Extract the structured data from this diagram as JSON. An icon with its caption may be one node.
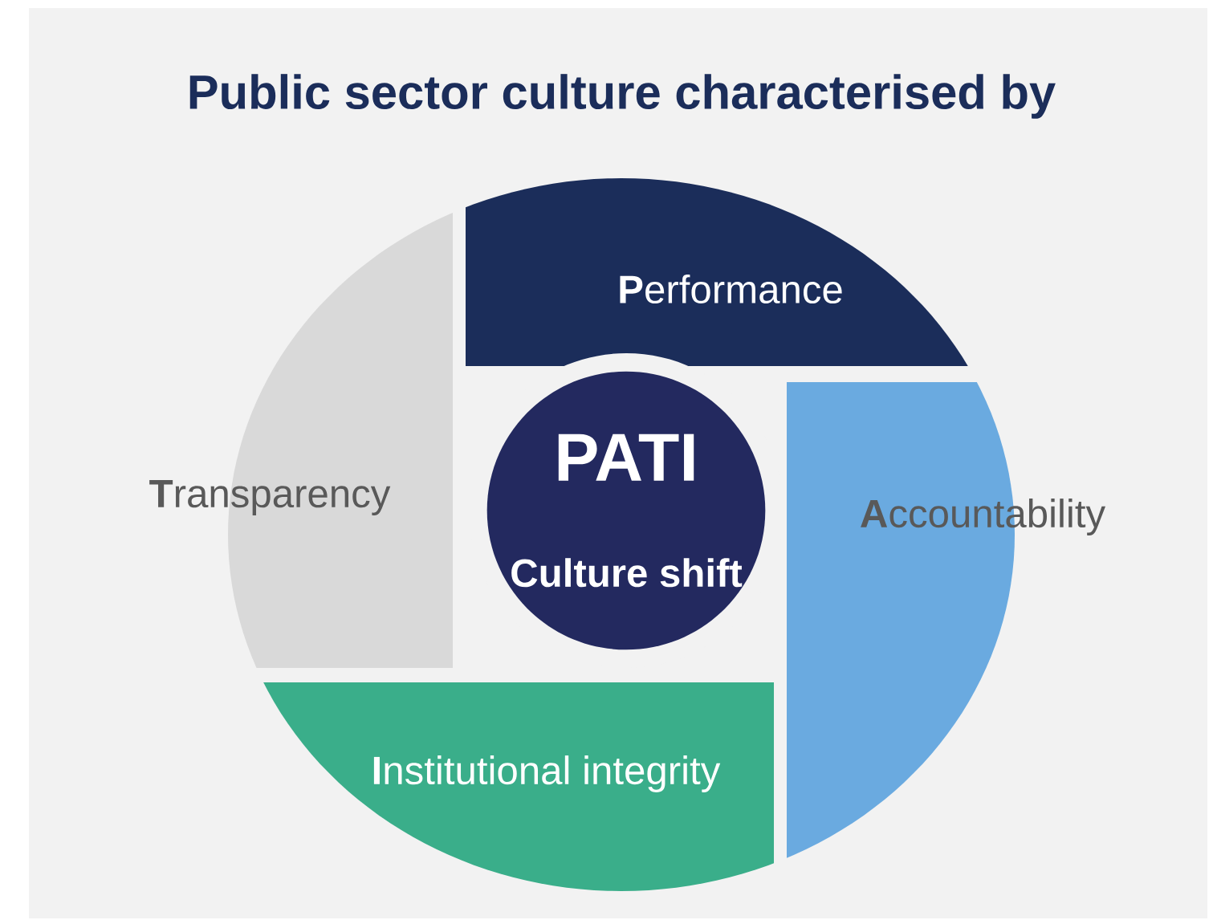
{
  "diagram": {
    "title": "Public sector culture characterised by",
    "nodes": [
      {
        "text": [
          "**P**erformance"
        ]
      },
      {
        "text": [
          "**A**ccountability"
        ]
      },
      {
        "text": [
          "**I**nstitutional integrity"
        ]
      },
      {
        "text": [
          "**T**ransparency"
        ]
      },
      {
        "text": [
          "PATI",
          "Culture shift"
        ]
      }
    ]
  }
}
